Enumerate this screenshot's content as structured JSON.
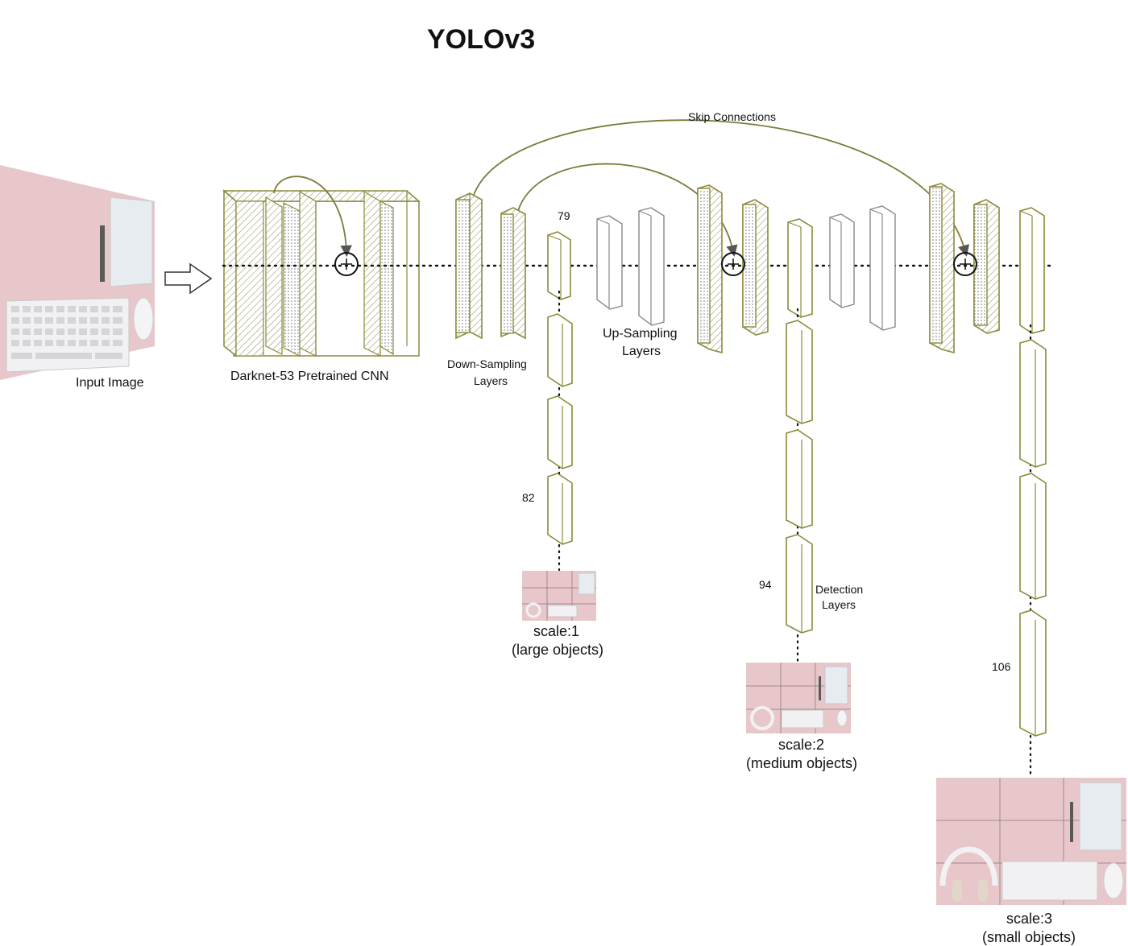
{
  "title": "YOLOv3",
  "labels": {
    "input_image": "Input Image",
    "darknet": "Darknet-53 Pretrained CNN",
    "down_sampling_1": "Down-Sampling",
    "down_sampling_2": "Layers",
    "up_sampling_1": "Up-Sampling",
    "up_sampling_2": "Layers",
    "skip_connections": "Skip Connections",
    "detection_1": "Detection",
    "detection_2": "Layers"
  },
  "layer_numbers": {
    "l79": "79",
    "l82": "82",
    "l94": "94",
    "l106": "106"
  },
  "scales": [
    {
      "name": "scale:1",
      "desc": "(large objects)"
    },
    {
      "name": "scale:2",
      "desc": "(medium objects)"
    },
    {
      "name": "scale:3",
      "desc": "(small objects)"
    }
  ],
  "colors": {
    "layer_outline": "#8c8a3a",
    "photo_background": "#e8c7cb",
    "arc": "#7d7b3a"
  }
}
